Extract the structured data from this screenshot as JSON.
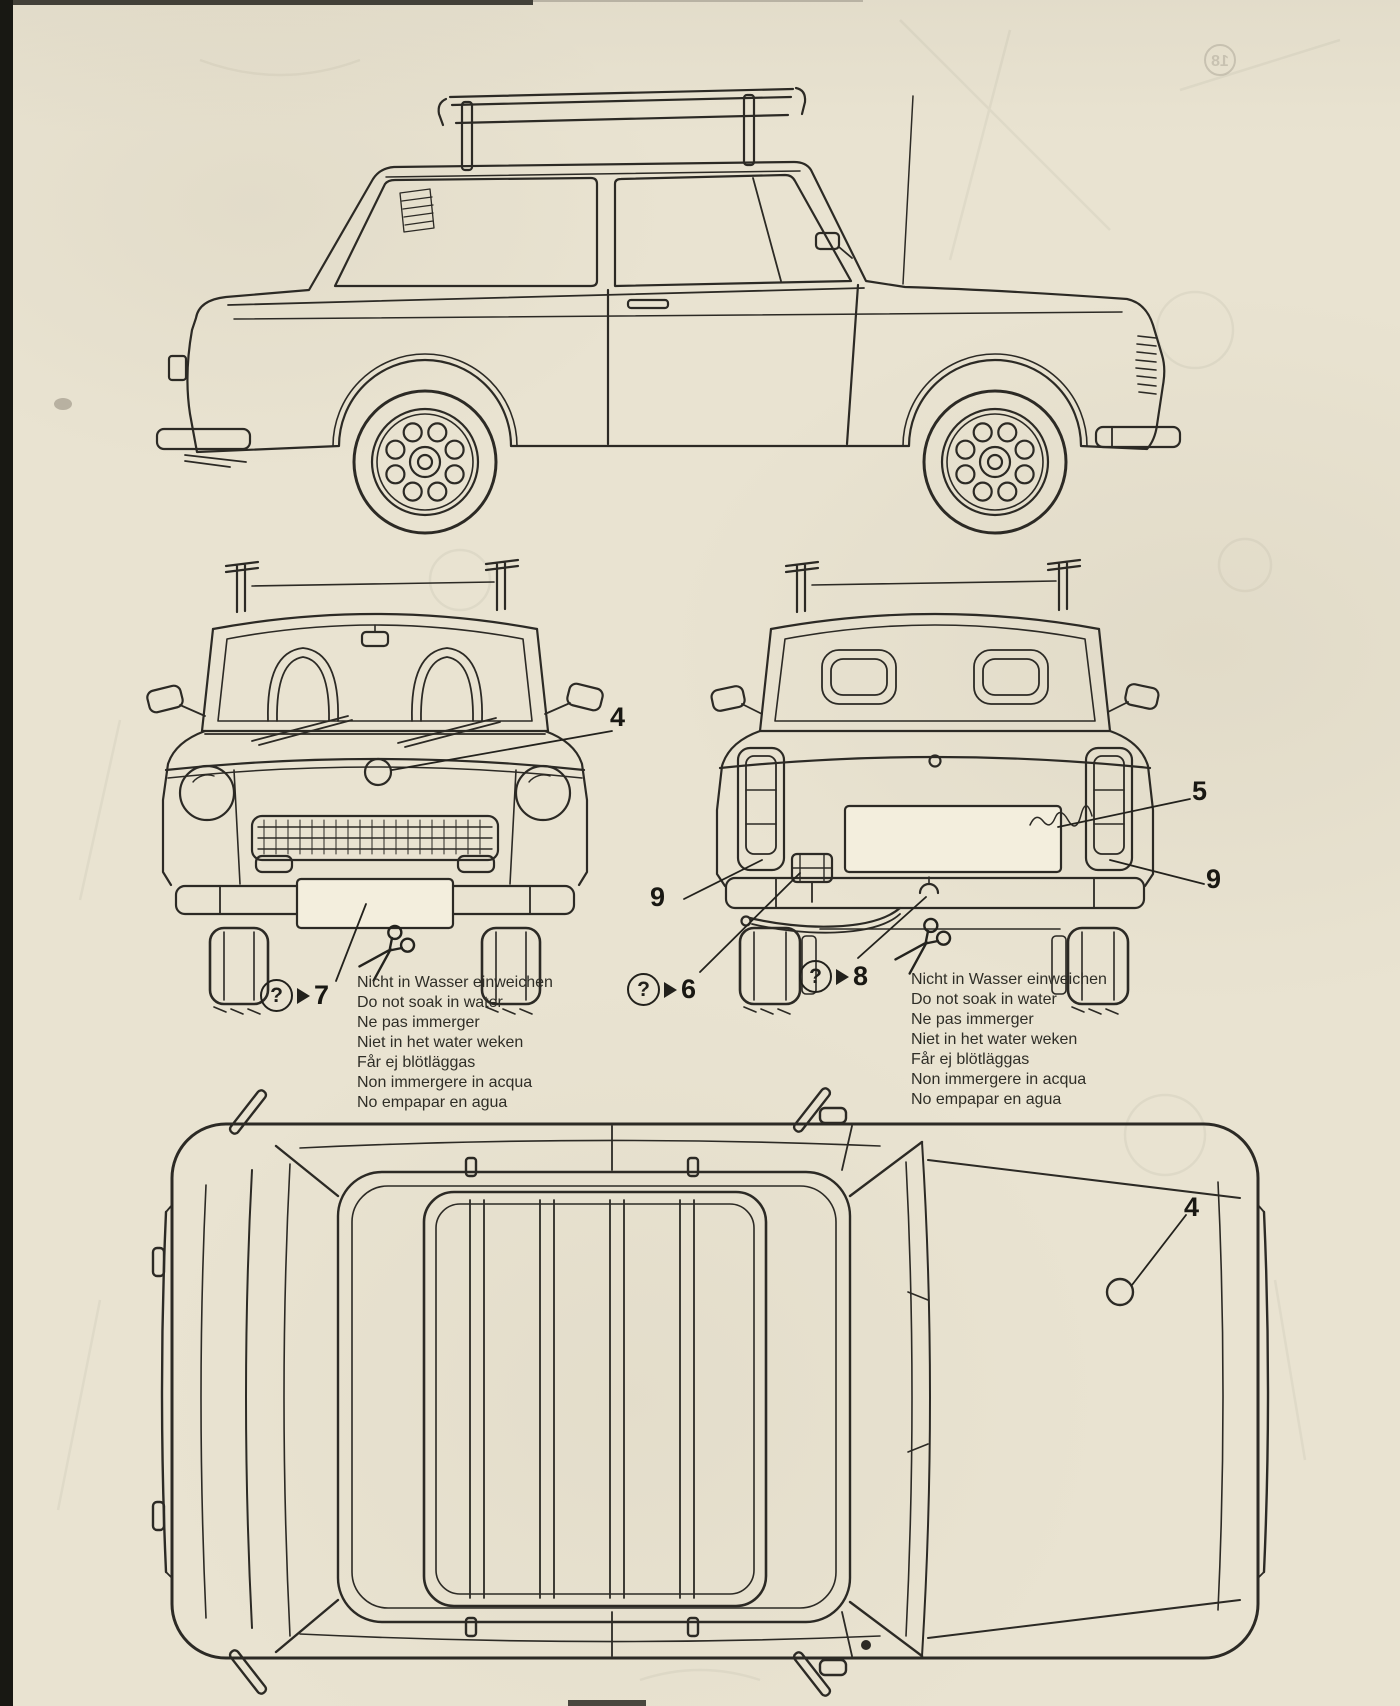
{
  "sheet": {
    "background_color": "#e9e3d1",
    "ink_color": "#2c2a25"
  },
  "symbols": {
    "question_mark": "?"
  },
  "icons": {
    "cut_marker": "scissors-icon",
    "optional_marker": "question-circle-icon"
  },
  "callouts": {
    "front_hood_emblem": "4",
    "top_hood_emblem": "4",
    "rear_license_plate": "5",
    "rear_left_fog_lamp": "6",
    "front_license_plate": "7",
    "rear_bumper_lamp": "8",
    "rear_tail_lamp_left": "9",
    "rear_tail_lamp_right": "9"
  },
  "warning": {
    "lines": [
      "Nicht in Wasser einweichen",
      "Do not soak in water",
      "Ne pas immerger",
      "Niet in het water weken",
      "Får ej blötläggas",
      "Non immergere in acqua",
      "No empapar en agua"
    ]
  },
  "ghost_marks": {
    "corner_label": "18"
  }
}
